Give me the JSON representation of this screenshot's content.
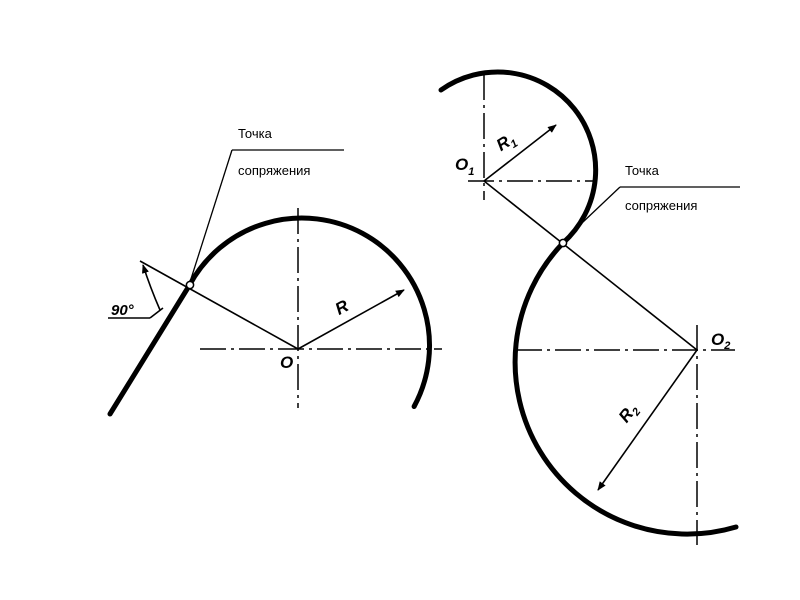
{
  "left_figure": {
    "callout_line1": "Точка",
    "callout_line2": "сопряжения",
    "center_label": "O",
    "radius_label": "R",
    "angle_label": "90°"
  },
  "right_figure": {
    "callout_line1": "Точка",
    "callout_line2": "сопряжения",
    "center1_label_main": "O",
    "center1_label_sub": "1",
    "radius1_label_main": "R",
    "radius1_label_sub": "1",
    "center2_label_main": "O",
    "center2_label_sub": "2",
    "radius2_label_main": "R",
    "radius2_label_sub": "2"
  },
  "colors": {
    "ink": "#000000",
    "background": "#ffffff"
  }
}
